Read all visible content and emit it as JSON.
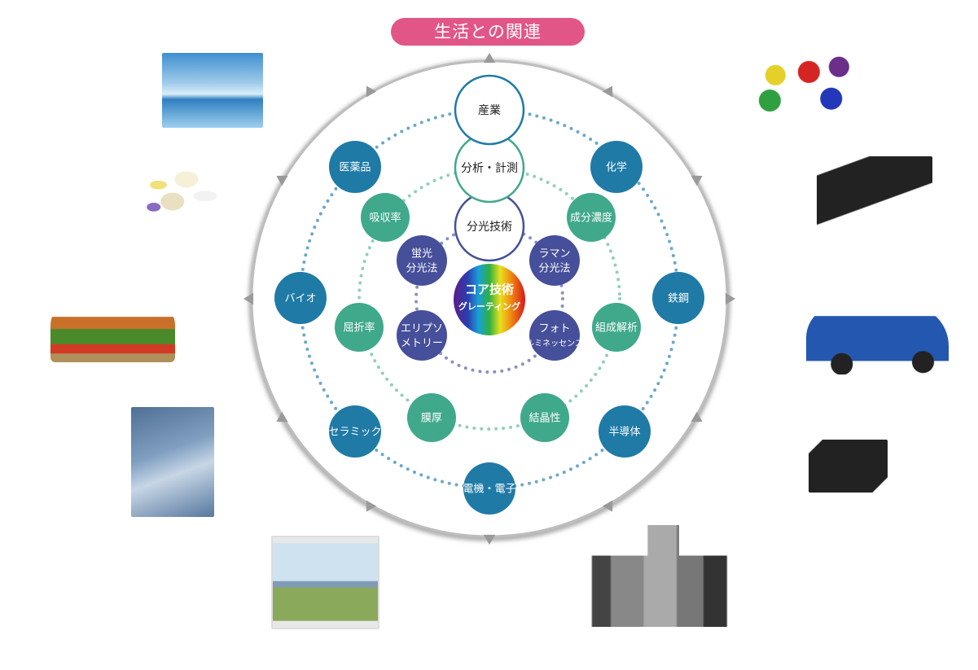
{
  "title": "生活との関連",
  "colors": {
    "title_pill": "#e15686",
    "industry": "#1f7aa6",
    "analysis": "#40a98b",
    "spectroscopy": "#464f9a",
    "outer_ring": "#bdbdbd"
  },
  "center": {
    "line1": "コア技術",
    "line2": "グレーティング"
  },
  "axis_nodes": {
    "industry": "産業",
    "analysis": "分析・計測",
    "spectroscopy": "分光技術"
  },
  "industry_nodes": [
    "医薬品",
    "化学",
    "バイオ",
    "鉄鋼",
    "セラミック",
    "半導体",
    "電機・電子"
  ],
  "analysis_nodes": [
    "吸収率",
    "成分濃度",
    "屈折率",
    "組成解析",
    "膜厚",
    "結晶性"
  ],
  "spectroscopy_nodes": [
    {
      "line1": "蛍光",
      "line2": "分光法"
    },
    {
      "line1": "ラマン",
      "line2": "分光法"
    },
    {
      "line1": "エリプソ",
      "line2": "メトリー"
    },
    {
      "line1": "フォト",
      "line2": "ルミネッセンス"
    }
  ],
  "photos": [
    "water",
    "paint-cans",
    "pills",
    "power-inverter",
    "food",
    "car",
    "plastic-film",
    "smartphone",
    "window",
    "home-appliances"
  ]
}
